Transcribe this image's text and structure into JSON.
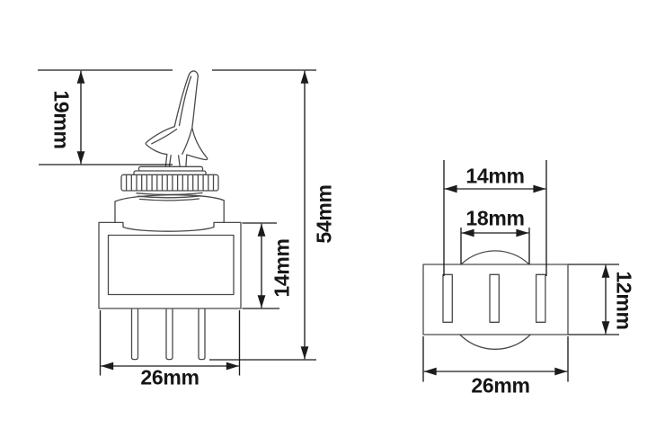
{
  "colors": {
    "background": "#ffffff",
    "object_line": "#4a4a4a",
    "dimension_line": "#1c1c1c",
    "text": "#161616"
  },
  "side_view": {
    "lever_height_label": "19mm",
    "overall_height_label": "54mm",
    "body_height_label": "14mm",
    "width_label": "26mm"
  },
  "top_view": {
    "terminal_span_label": "14mm",
    "bushing_label": "18mm",
    "depth_label": "12mm",
    "width_label": "26mm"
  }
}
